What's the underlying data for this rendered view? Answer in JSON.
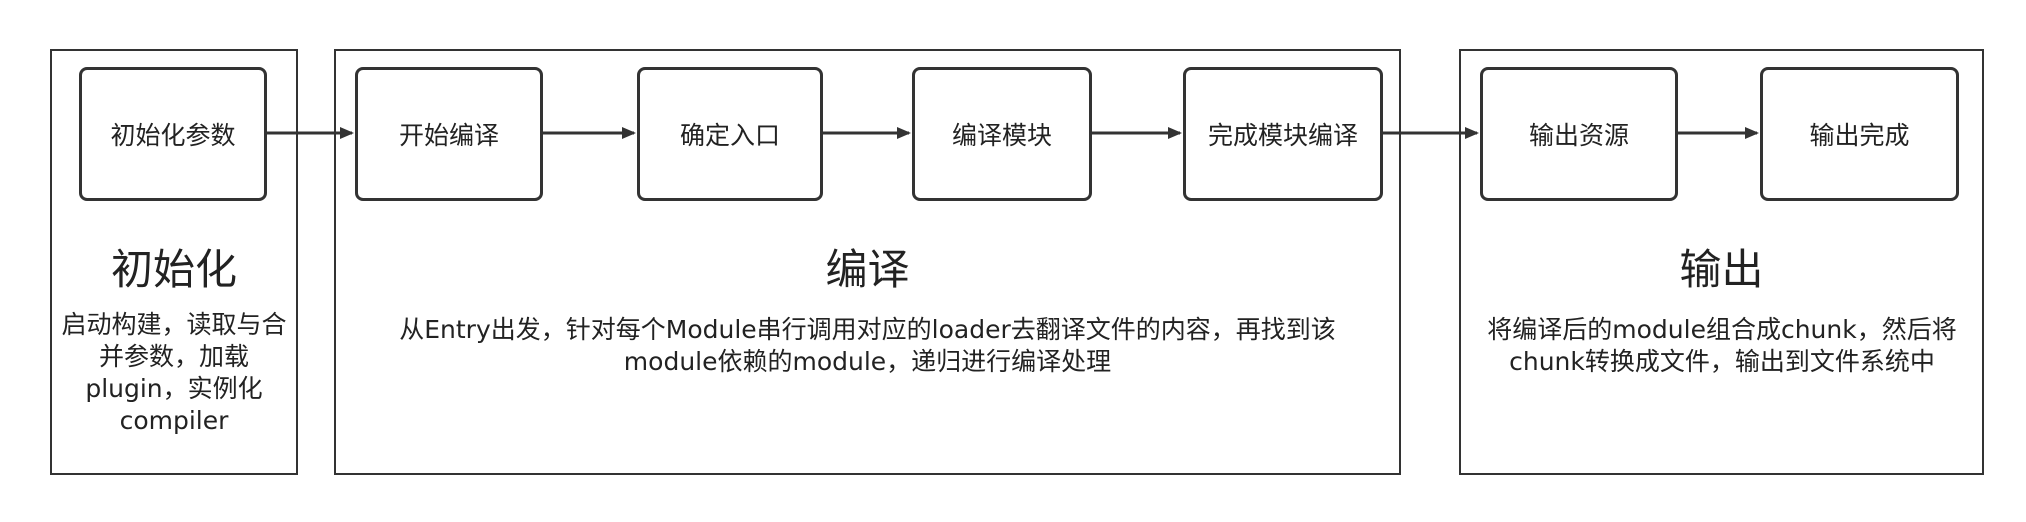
{
  "stages": {
    "init": {
      "title": "初始化",
      "description": "启动构建，读取与合并参数，加载plugin，实例化compiler",
      "steps": [
        "初始化参数"
      ]
    },
    "compile": {
      "title": "编译",
      "description": "从Entry出发，针对每个Module串行调用对应的loader去翻译文件的内容，再找到该module依赖的module，递归进行编译处理",
      "steps": [
        "开始编译",
        "确定入口",
        "编译模块",
        "完成模块编译"
      ]
    },
    "output": {
      "title": "输出",
      "description": "将编译后的module组合成chunk，然后将chunk转换成文件，输出到文件系统中",
      "steps": [
        "输出资源",
        "输出完成"
      ]
    }
  },
  "colors": {
    "stroke": "#333333",
    "text": "#222222",
    "background": "#ffffff"
  }
}
